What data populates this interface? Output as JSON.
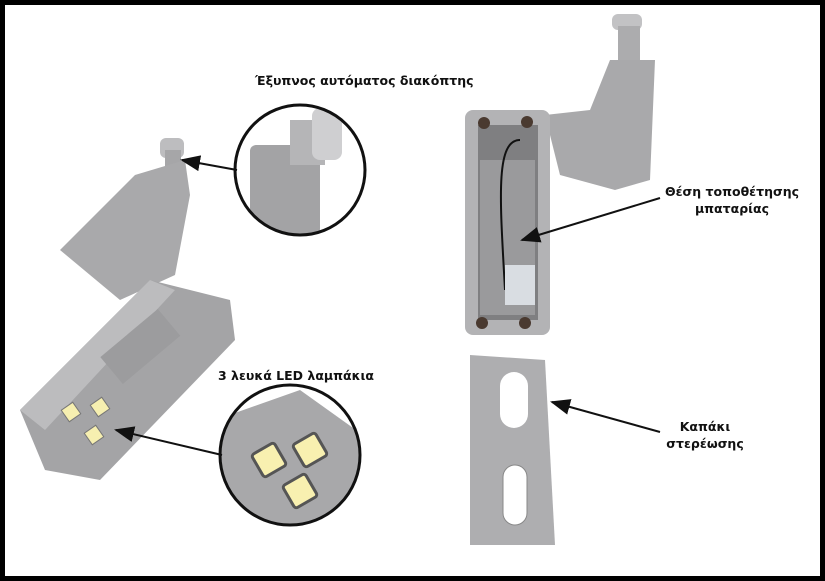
{
  "labels": {
    "smart_switch": "Έξυπνος αυτόματος διακόπτης",
    "leds": "3 λευκά LED λαμπάκια",
    "battery_line1": "Θέση τοποθέτησης",
    "battery_line2": "μπαταρίας",
    "cover_line1": "Καπάκι",
    "cover_line2": "στερέωσης"
  },
  "colors": {
    "body": "#a9a9ab",
    "body_light": "#c4c4c6",
    "led": "#f6efb0",
    "line": "#111111"
  }
}
